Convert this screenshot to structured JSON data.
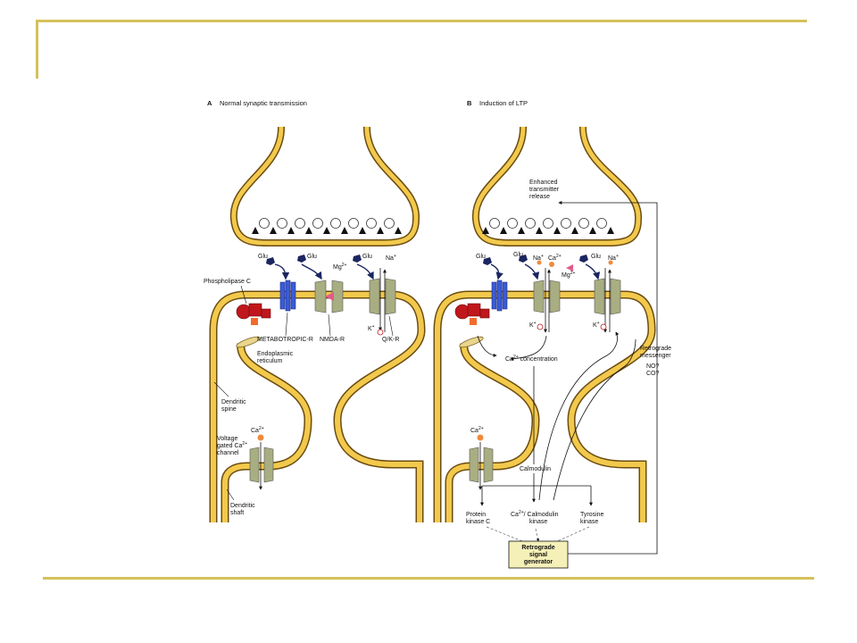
{
  "panel_a": {
    "letter": "A",
    "title": "Normal synaptic transmission",
    "glu": "Glu",
    "mg": "Mg",
    "na": "Na",
    "k": "K",
    "phospholipase": "Phospholipase C",
    "metabotropic": "METABOTROPIC-R",
    "nmda": "NMDA-R",
    "qk": "Q/K-R",
    "er": [
      "Endoplasmic",
      "reticulum"
    ],
    "spine": [
      "Dendritic",
      "spine"
    ],
    "ca": "Ca",
    "vgc": [
      "Voltage",
      "gated Ca",
      "channel"
    ],
    "shaft": [
      "Dendritic",
      "shaft"
    ]
  },
  "panel_b": {
    "letter": "B",
    "title": "Induction of  LTP",
    "enhanced": [
      "Enhanced",
      "transmitter",
      "release"
    ],
    "glu": "Glu",
    "na": "Na",
    "ca": "Ca",
    "mg": "Mg",
    "k": "K",
    "ca_conc": "concentration",
    "retro_msg": [
      "Retrograde",
      "messenger"
    ],
    "no_co": [
      "NO?",
      "CO?"
    ],
    "calmodulin": "Calmodulin",
    "pkc": [
      "Protein",
      "kinase C"
    ],
    "camk": [
      "Calmodulin",
      "kinase"
    ],
    "tyk": [
      "Tyrosine",
      "kinase"
    ],
    "generator": [
      "Retrograde",
      "signal",
      "generator"
    ]
  },
  "superscripts": {
    "two_plus": "2+",
    "plus": "+"
  },
  "colors": {
    "frame_line": "#d4c15a",
    "membrane": "#f2c94c",
    "membrane_edge": "#6b4c10",
    "channel": "#a9ae82",
    "metabotropic": "#3b5bd6",
    "phospholipase": "#c0171c",
    "er": "#e9d58c",
    "vesicle": "#ffffff",
    "generator_box": "#f5f0b8"
  }
}
